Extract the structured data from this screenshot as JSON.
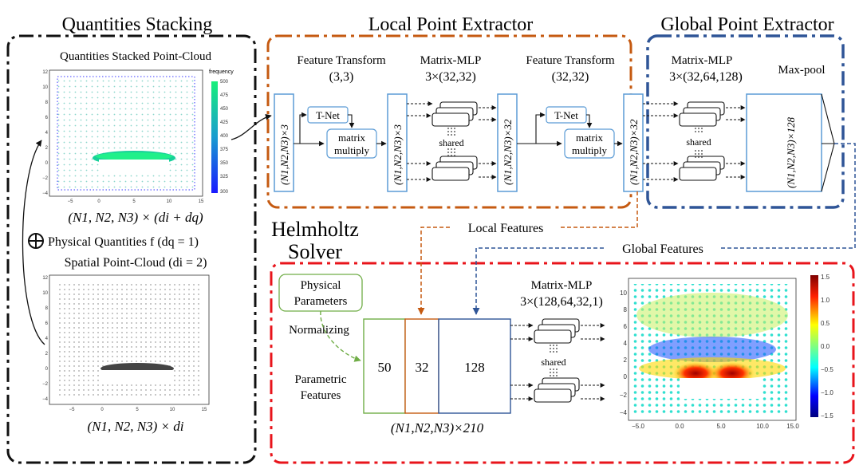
{
  "sections": {
    "stacking": {
      "title": "Quantities Stacking",
      "color": "#111111"
    },
    "local": {
      "title": "Local Point Extractor",
      "color": "#c55a11"
    },
    "global": {
      "title": "Global Point Extractor",
      "color": "#2f5597"
    },
    "solver": {
      "title_line1": "Helmholtz",
      "title_line2": "Solver",
      "color": "#e8141b"
    }
  },
  "stacking": {
    "top_plot_title": "Quantities Stacked Point-Cloud",
    "colorbar_label": "frequency",
    "colorbar_ticks": [
      "500",
      "475",
      "450",
      "425",
      "400",
      "375",
      "350",
      "325",
      "300"
    ],
    "top_plot_yticks": [
      "12",
      "10",
      "8",
      "6",
      "4",
      "2",
      "0",
      "−2",
      "−4"
    ],
    "top_plot_xticks": [
      "−5",
      "0",
      "5",
      "10",
      "15"
    ],
    "top_shape": "(N1, N2, N3) × (di + dq)",
    "physical_quantities": "Physical Quantities f (dq = 1)",
    "spatial_title": "Spatial Point-Cloud (di = 2)",
    "bottom_plot_yticks": [
      "12",
      "10",
      "8",
      "6",
      "4",
      "2",
      "0",
      "−2",
      "−4"
    ],
    "bottom_plot_xticks": [
      "−5",
      "0",
      "5",
      "10",
      "15"
    ],
    "bottom_shape": "(N1, N2, N3) × di"
  },
  "local": {
    "ft1_title": "Feature Transform",
    "ft1_dims": "(3,3)",
    "mlp_title": "Matrix-MLP",
    "mlp_dims": "3×(32,32)",
    "ft2_title": "Feature Transform",
    "ft2_dims": "(32,32)",
    "in_tensor": "(N1,N2,N3)×3",
    "tnet1": "T-Net",
    "matmul1_a": "matrix",
    "matmul1_b": "multiply",
    "after_t1": "(N1,N2,N3)×3",
    "shared1": "shared",
    "after_mlp": "(N1,N2,N3)×32",
    "tnet2": "T-Net",
    "matmul2_a": "matrix",
    "matmul2_b": "multiply",
    "after_t2": "(N1,N2,N3)×32"
  },
  "global": {
    "mlp_title": "Matrix-MLP",
    "mlp_dims": "3×(32,64,128)",
    "maxpool": "Max-pool",
    "shared": "shared",
    "out_tensor": "(N1,N2,N3)×128"
  },
  "links": {
    "local_features": "Local Features",
    "global_features": "Global Features"
  },
  "solver": {
    "physical_params_1": "Physical",
    "physical_params_2": "Parameters",
    "normalizing": "Normalizing",
    "parametric_1": "Parametric",
    "parametric_2": "Features",
    "block_50": "50",
    "block_32": "32",
    "block_128": "128",
    "concat_shape": "(N1,N2,N3)×210",
    "mlp_title": "Matrix-MLP",
    "mlp_dims": "3×(128,64,32,1)",
    "shared": "shared",
    "result_colorbar_ticks": [
      "1.5",
      "1.0",
      "0.5",
      "0.0",
      "−0.5",
      "−1.0",
      "−1.5"
    ],
    "result_yticks": [
      "10",
      "8",
      "6",
      "4",
      "2",
      "0",
      "−2",
      "−4"
    ],
    "result_xticks": [
      "−5.0",
      "0.0",
      "5.0",
      "10.0",
      "15.0"
    ]
  }
}
